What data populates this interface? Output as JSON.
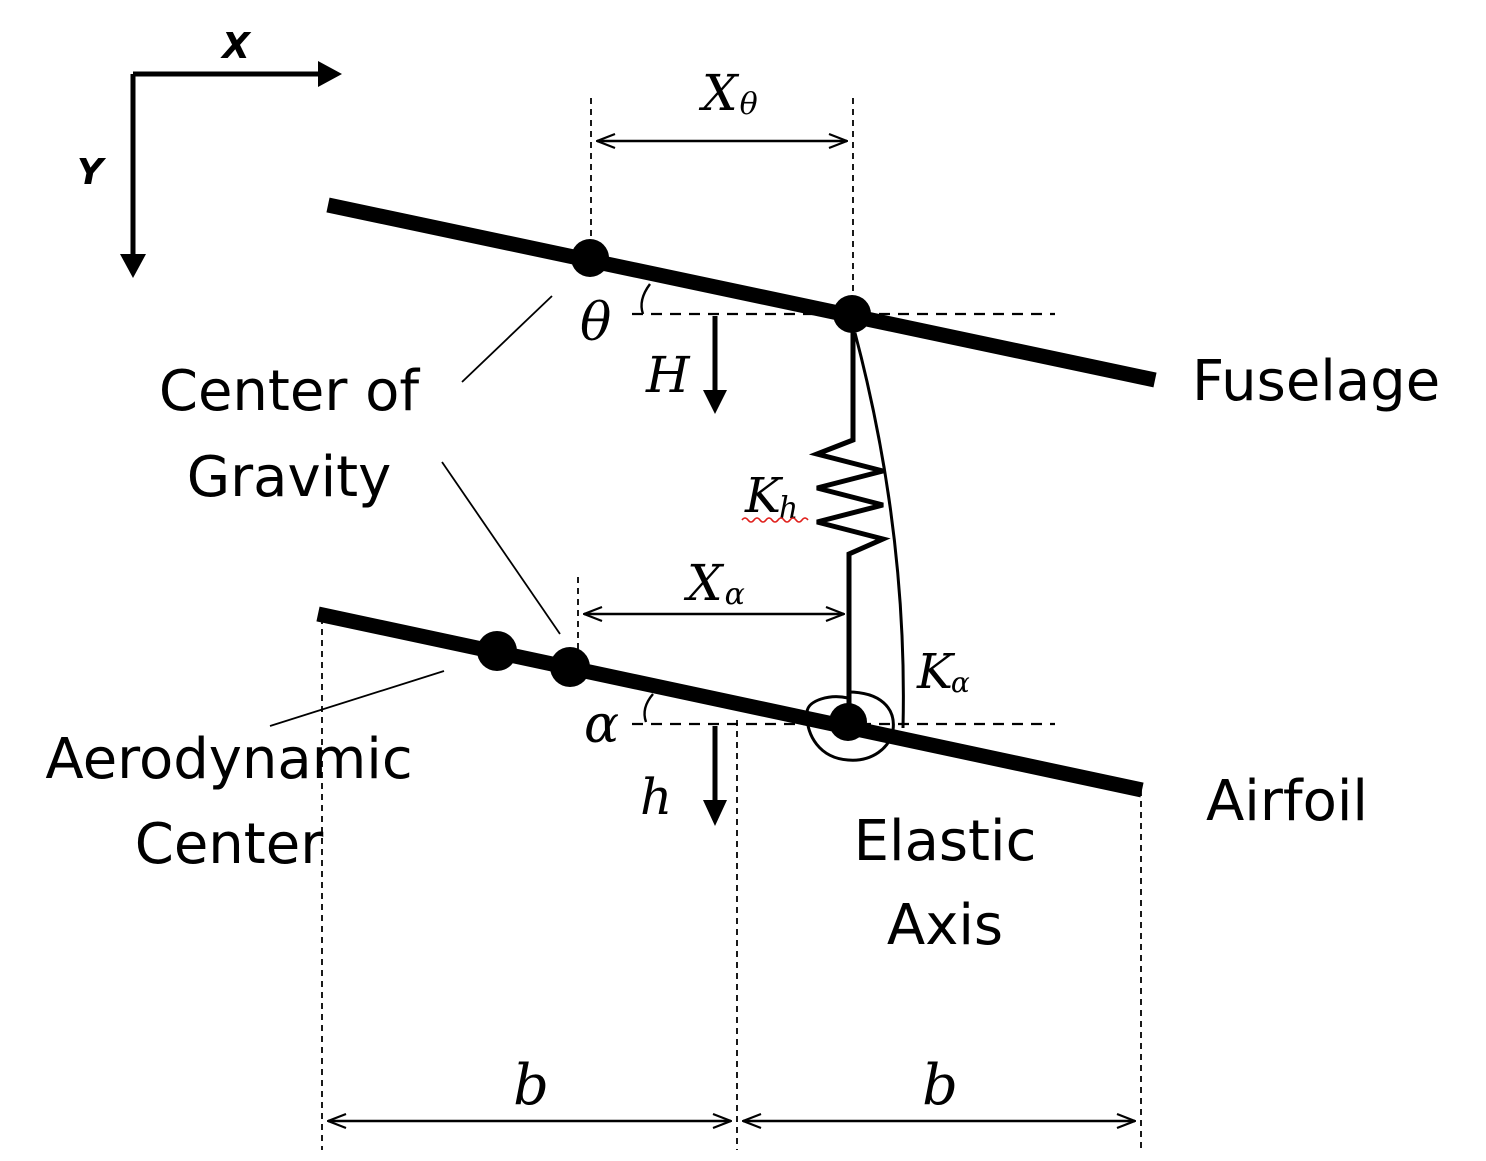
{
  "axes": {
    "x": "X",
    "y": "Y"
  },
  "labels": {
    "fuselage": "Fuselage",
    "airfoil": "Airfoil",
    "cg_line1": "Center of",
    "cg_line2": "Gravity",
    "ac_line1": "Aerodynamic",
    "ac_line2": "Center",
    "ea_line1": "Elastic",
    "ea_line2": "Axis"
  },
  "symbols": {
    "x_theta_main": "X",
    "x_theta_sub": "θ",
    "x_alpha_main": "X",
    "x_alpha_sub": "α",
    "theta": "θ",
    "alpha": "α",
    "H": "H",
    "h": "h",
    "kh_main": "K",
    "kh_sub": "h",
    "ka_main": "K",
    "ka_sub": "α",
    "b_left": "b",
    "b_right": "b"
  },
  "colors": {
    "ink": "#000000",
    "squiggle": "#e0201c"
  }
}
